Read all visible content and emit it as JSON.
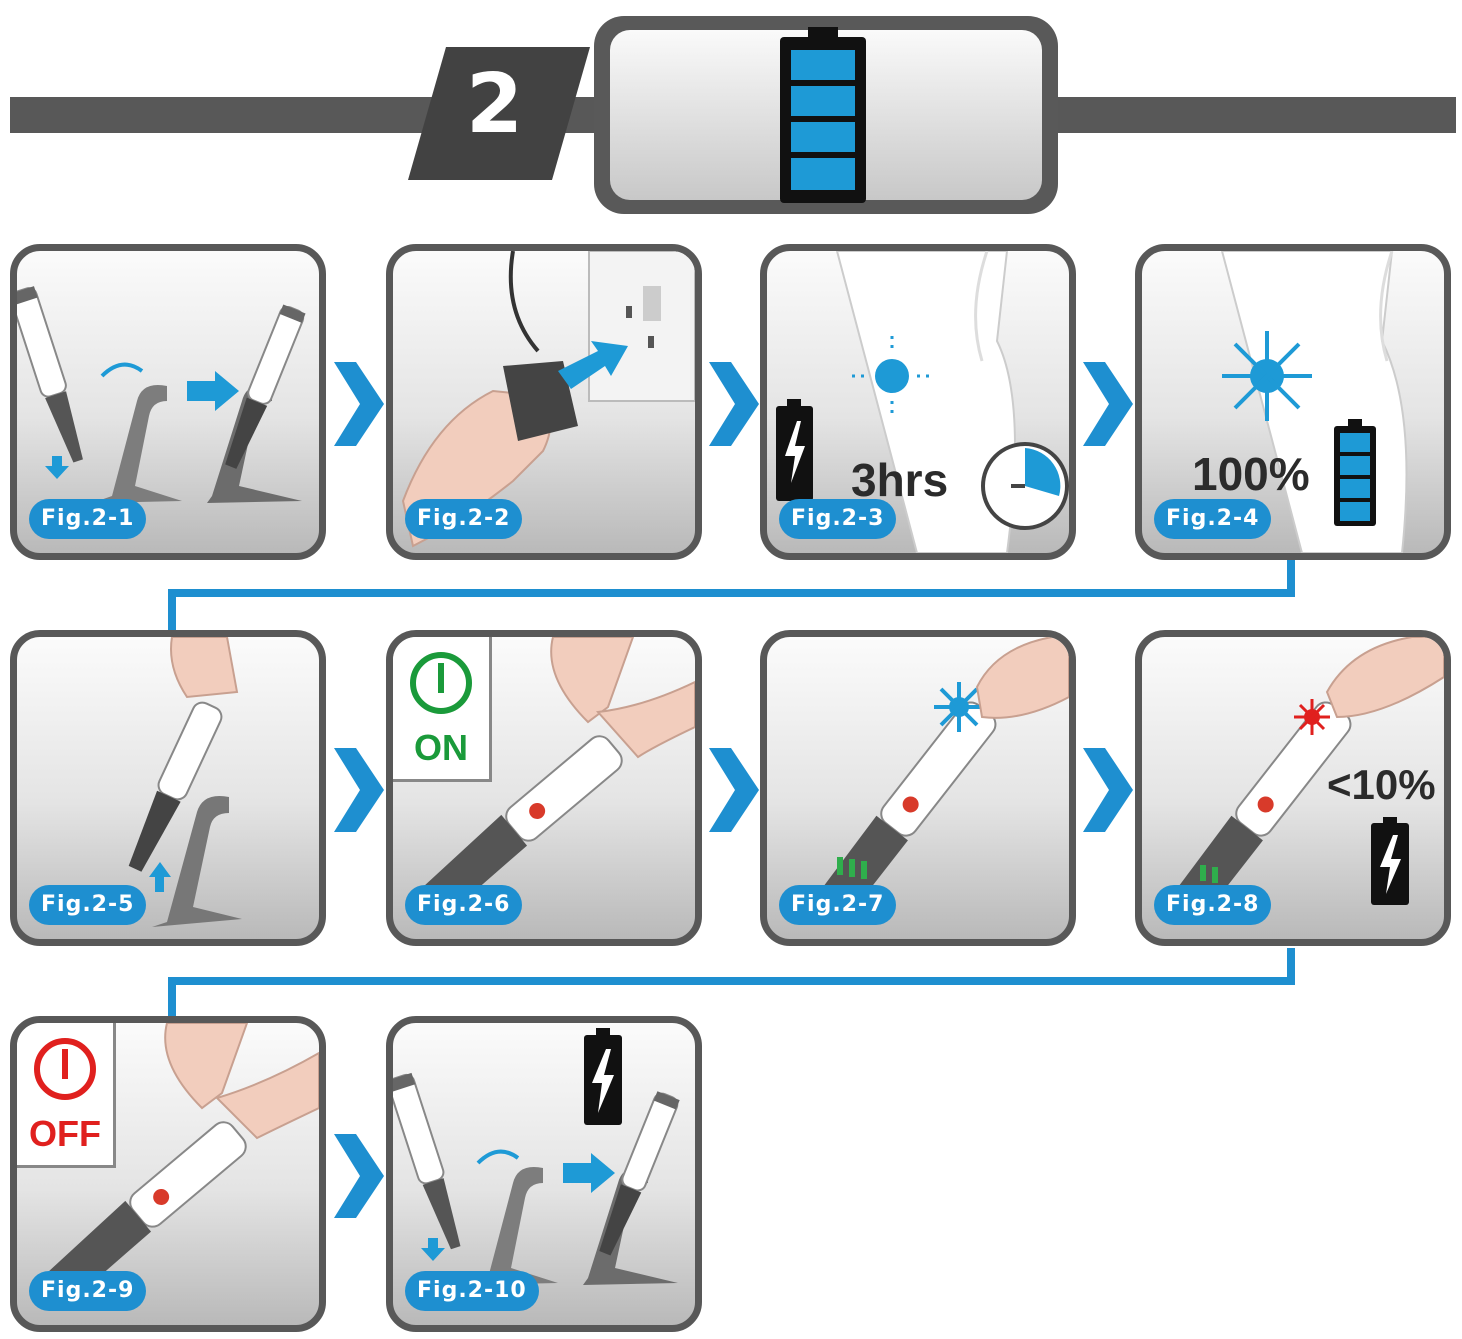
{
  "header": {
    "step_number": "2",
    "icon": "battery-full-icon"
  },
  "colors": {
    "accent_blue": "#1e8fd0",
    "frame_gray": "#585858",
    "on_green": "#1a9a3a",
    "off_red": "#e0201e"
  },
  "panels": [
    {
      "label": "Fig.2-1"
    },
    {
      "label": "Fig.2-2"
    },
    {
      "label": "Fig.2-3",
      "duration": "3hrs"
    },
    {
      "label": "Fig.2-4",
      "charge": "100%"
    },
    {
      "label": "Fig.2-5"
    },
    {
      "label": "Fig.2-6",
      "state": "ON"
    },
    {
      "label": "Fig.2-7"
    },
    {
      "label": "Fig.2-8",
      "charge": "<10%"
    },
    {
      "label": "Fig.2-9",
      "state": "OFF"
    },
    {
      "label": "Fig.2-10"
    }
  ]
}
